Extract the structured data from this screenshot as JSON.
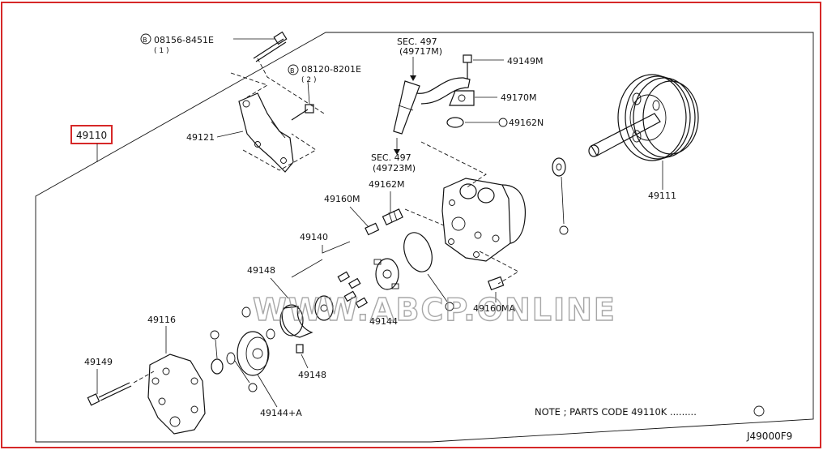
{
  "diagram": {
    "assembly_code": "49110",
    "ref_code": "J49000F9",
    "note": "NOTE ; PARTS CODE 49110K .........",
    "watermark": "WWW.ABCP.ONLINE",
    "callouts": {
      "bolt_b1_code": "08156-8451E",
      "bolt_b1_qty": "( 1 )",
      "bolt_b2_code": "08120-8201E",
      "bolt_b2_qty": "( 2 )",
      "sec_top": "SEC. 497",
      "sec_top_sub": "(49717M)",
      "sec_bottom": "SEC. 497",
      "sec_bottom_sub": "(49723M)",
      "p49149M": "49149M",
      "p49170M": "49170M",
      "p49162N": "49162N",
      "p49121": "49121",
      "p49160M": "49160M",
      "p49162M": "49162M",
      "p49111": "49111",
      "p49140": "49140",
      "p49148_top": "49148",
      "p49144": "49144",
      "p49160MA": "49160MA",
      "p49116": "49116",
      "p49149": "49149",
      "p49148_bottom": "49148",
      "p49144A": "49144+A"
    }
  }
}
